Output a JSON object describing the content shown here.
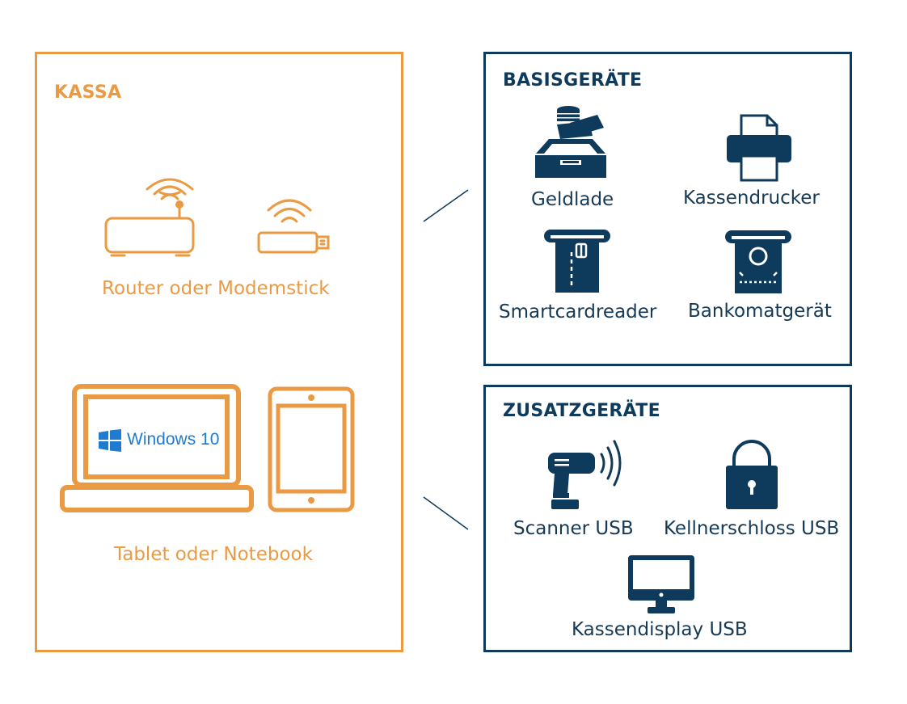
{
  "kassa": {
    "title": "KASSA",
    "router_label": "Router oder Modemstick",
    "device_label": "Tablet oder Notebook",
    "windows_text": "Windows 10"
  },
  "basis": {
    "title": "BASISGERÄTE",
    "items": [
      {
        "label": "Geldlade",
        "icon": "cash-drawer-icon"
      },
      {
        "label": "Kassendrucker",
        "icon": "printer-icon"
      },
      {
        "label": "Smartcardreader",
        "icon": "card-reader-icon"
      },
      {
        "label": "Bankomatgerät",
        "icon": "atm-icon"
      }
    ]
  },
  "zusatz": {
    "title": "ZUSATZGERÄTE",
    "items": [
      {
        "label": "Scanner USB",
        "icon": "scanner-icon"
      },
      {
        "label": "Kellnerschloss USB",
        "icon": "lock-icon"
      },
      {
        "label": "Kassendisplay USB",
        "icon": "monitor-icon"
      }
    ]
  },
  "colors": {
    "orange": "#EB9A44",
    "navy": "#0E3A5C"
  }
}
